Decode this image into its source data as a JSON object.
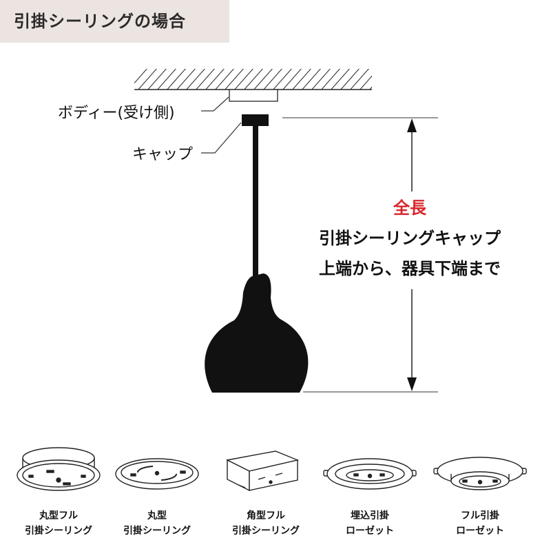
{
  "header": {
    "title": "引掛シーリングの場合"
  },
  "callouts": {
    "body_label": "ボディー(受け側)",
    "cap_label": "キャップ"
  },
  "dimension": {
    "title": "全長",
    "line1": "引掛シーリングキャップ",
    "line2": "上端から、器具下端まで",
    "title_color": "#d8262b"
  },
  "types": [
    {
      "line1": "丸型フル",
      "line2": "引掛シーリング"
    },
    {
      "line1": "丸型",
      "line2": "引掛シーリング"
    },
    {
      "line1": "角型フル",
      "line2": "引掛シーリング"
    },
    {
      "line1": "埋込引掛",
      "line2": "ローゼット"
    },
    {
      "line1": "フル引掛",
      "line2": "ローゼット"
    }
  ]
}
